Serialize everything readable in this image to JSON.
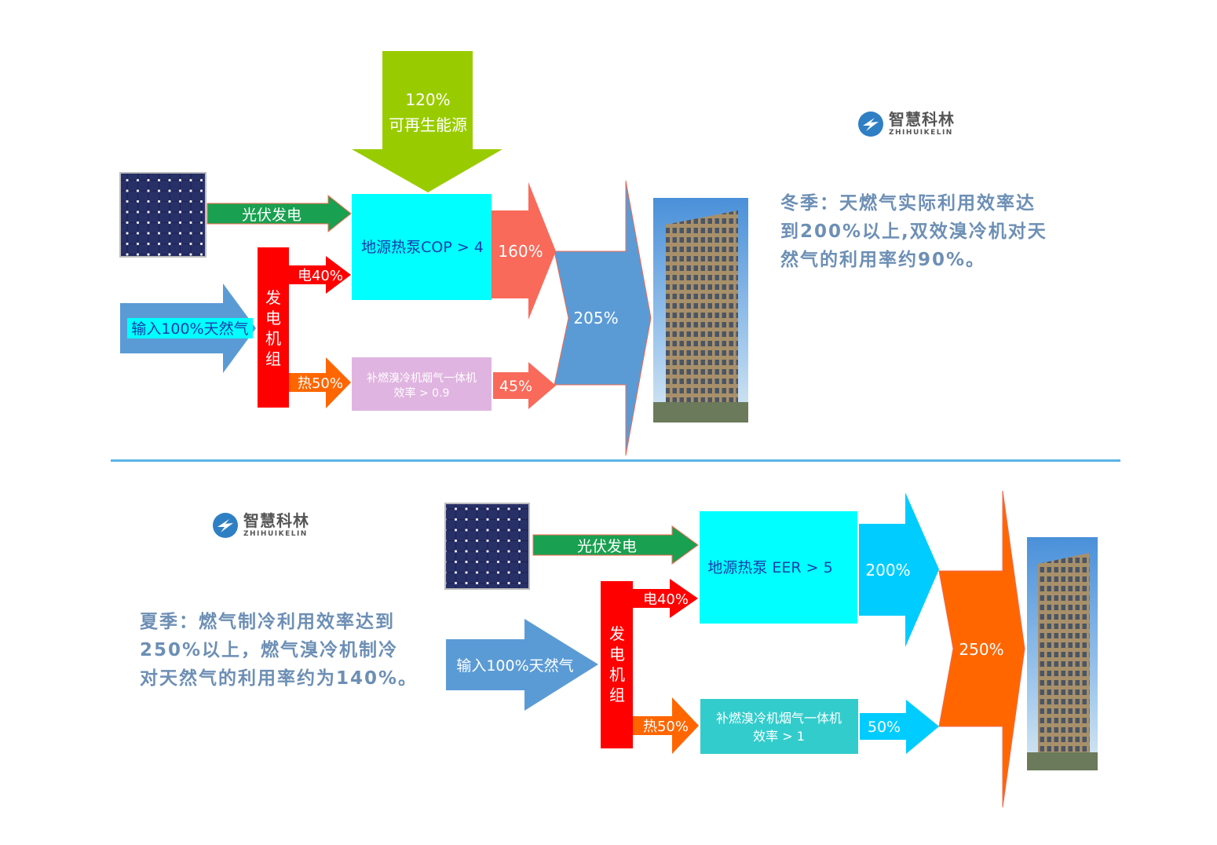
{
  "logo": {
    "cn": "智慧科林",
    "en": "ZHIHUIKELIN"
  },
  "winter": {
    "renewable_pct": "120%",
    "renewable_label": "可再生能源",
    "pv_label": "光伏发电",
    "heatpump_label": "地源热泵COP > 4",
    "heatpump_out": "160%",
    "total_out": "205%",
    "generator_label": "发电机组",
    "elec_label": "电40%",
    "heat_label": "热50%",
    "input_label": "输入100%天然气",
    "chiller_line1": "补燃溴冷机烟气一体机",
    "chiller_line2": "效率 >  0.9",
    "chiller_out": "45%",
    "note_lines": [
      "冬季：天燃气实际利用效率达",
      "到200%以上,双效溴冷机对天",
      "然气的利用率约90%。"
    ]
  },
  "summer": {
    "pv_label": "光伏发电",
    "heatpump_label": "地源热泵 EER > 5",
    "heatpump_out": "200%",
    "total_out": "250%",
    "generator_label": "发电机组",
    "elec_label": "电40%",
    "heat_label": "热50%",
    "input_label": "输入100%天然气",
    "chiller_line1": "补燃溴冷机烟气一体机",
    "chiller_line2": "效率 > 1",
    "chiller_out": "50%",
    "note_lines": [
      "夏季：燃气制冷利用效率达到",
      "250%以上，燃气溴冷机制冷",
      "对天然气的利用率约为140%。"
    ]
  },
  "colors": {
    "renewable": "#99cc00",
    "pv_arrow": "#19a050",
    "heatpump": "#00ffff",
    "generator": "#ff0000",
    "elec_heat_arrow_winter": "#ff0000",
    "heat_arrow": "#ff6600",
    "input": "#5b9bd5",
    "chiller_winter": "#e0b4e0",
    "chiller_summer": "#33cccc",
    "out_winter": "#f96a5a",
    "total_winter": "#5b9bd5",
    "out_summer": "#00ccff",
    "total_summer": "#ff6600",
    "note": "#6d8fb5",
    "divider": "#5ab4e6"
  }
}
